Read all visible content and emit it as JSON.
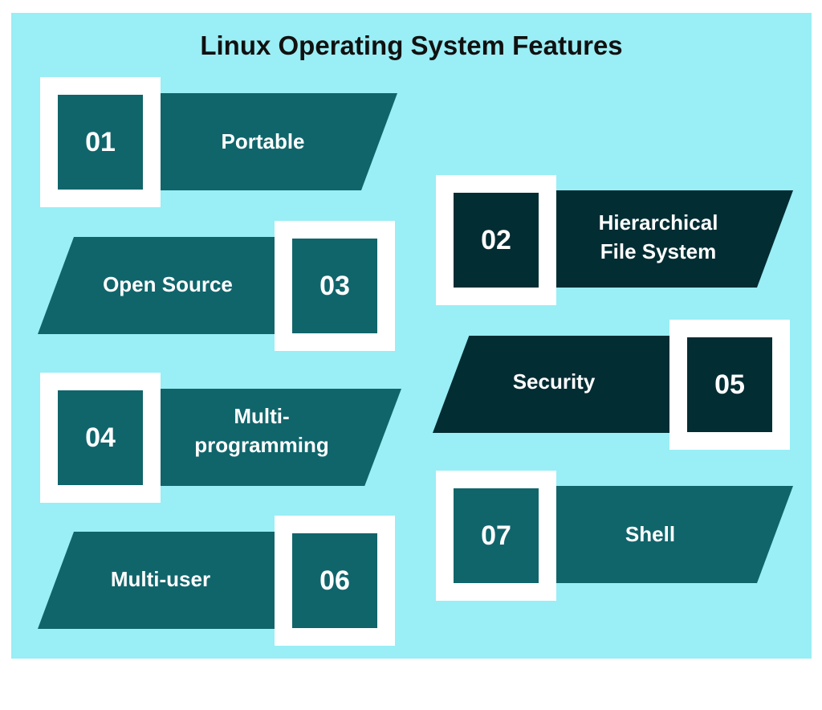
{
  "title": "Linux Operating System Features",
  "features": [
    {
      "number": "01",
      "label": "Portable"
    },
    {
      "number": "02",
      "label": "Hierarchical File System"
    },
    {
      "number": "03",
      "label": "Open Source"
    },
    {
      "number": "04",
      "label": "Multi-programming"
    },
    {
      "number": "05",
      "label": "Security"
    },
    {
      "number": "06",
      "label": "Multi-user"
    },
    {
      "number": "07",
      "label": "Shell"
    }
  ],
  "colors": {
    "background": "#9aeef5",
    "teal": "#10656b",
    "dark": "#022d33",
    "border": "#ffffff"
  }
}
